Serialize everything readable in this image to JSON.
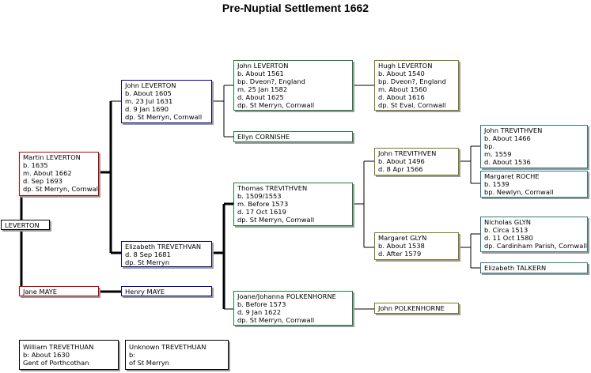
{
  "title": "Pre-Nuptial Settlement 1662",
  "people": {
    "leverton": {
      "lines": [
        "LEVERTON"
      ]
    },
    "martin": {
      "lines": [
        "Martin LEVERTON",
        "b. 1635",
        "m. About 1662",
        "d. Sep 1693",
        "dp. St Merryn, Cornwall"
      ]
    },
    "jane": {
      "lines": [
        "Jane MAYE"
      ]
    },
    "john_1605": {
      "lines": [
        "John LEVERTON",
        "b. About 1605",
        "m. 23 Jul 1631",
        "d. 9 Jan 1690",
        "dp. St Merryn, Cornwall"
      ]
    },
    "elizabeth": {
      "lines": [
        "Elizabeth TREVETHVAN",
        "d. 8 Sep 1681",
        "dp. St Merryn"
      ]
    },
    "henry": {
      "lines": [
        "Henry MAYE"
      ]
    },
    "john_1561": {
      "lines": [
        "John LEVERTON",
        "b. About 1561",
        "bp. Dveon?, England",
        "m. 25 Jan 1582",
        "d. About 1625",
        "dp. St Merryn, Cornwall"
      ]
    },
    "ellyn": {
      "lines": [
        "Ellyn CORNISHE"
      ]
    },
    "thomas": {
      "lines": [
        "Thomas TREVITHVEN",
        "b. 1509/1553",
        "m. Before 1573",
        "d. 17 Oct 1619",
        "dp. St Merryn, Cornwall"
      ]
    },
    "joane": {
      "lines": [
        "Joane/Johanna POLKENHORNE",
        "b. Before 1573",
        "d. 9 Jan 1622",
        "dp. St Merryn, Cornwall"
      ]
    },
    "hugh": {
      "lines": [
        "Hugh LEVERTON",
        "b. About 1540",
        "bp. Dveon?, England",
        "m. About 1560",
        "d. About 1616",
        "dp. St Eval, Cornwall"
      ]
    },
    "john_1496": {
      "lines": [
        "John TREVITHVEN",
        "b. About 1496",
        "d. 8 Apr 1566"
      ]
    },
    "margaret_glyn": {
      "lines": [
        "Margaret GLYN",
        "b. About 1538",
        "d. After 1579"
      ]
    },
    "john_polkenhorne": {
      "lines": [
        "John POLKENHORNE"
      ]
    },
    "john_1466": {
      "lines": [
        "John TREVITHVEN",
        "b. About 1466",
        "bp.",
        "m. 1559",
        "d. About 1536"
      ]
    },
    "margaret_roche": {
      "lines": [
        "Margaret ROCHE",
        "b. 1539",
        "bp. Newlyn, Cornwall"
      ]
    },
    "nicholas": {
      "lines": [
        "Nicholas GLYN",
        "b. Circa 1513",
        "d. 11 Oct 1580",
        "dp. Cardinham Parish, Cornwall"
      ]
    },
    "elizabeth_talkern": {
      "lines": [
        "Elizabeth TALKERN"
      ]
    },
    "william": {
      "lines": [
        "William TREVETHUAN",
        "b: About 1630",
        "Gent of Porthcothan"
      ]
    },
    "unknown": {
      "lines": [
        "Unknown TREVETHUAN",
        "b:",
        "of St Merryn"
      ]
    }
  }
}
